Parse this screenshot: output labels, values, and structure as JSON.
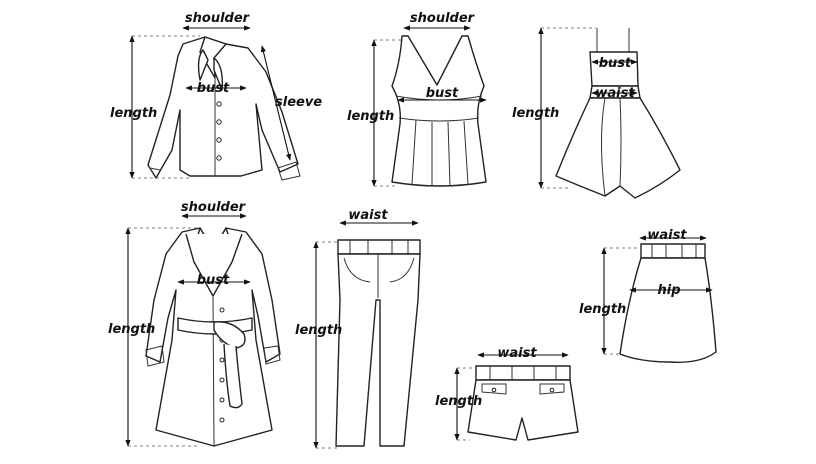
{
  "garments": {
    "shirt": {
      "shoulder": "shoulder",
      "bust": "bust",
      "length": "length",
      "sleeve": "sleeve"
    },
    "vest": {
      "shoulder": "shoulder",
      "bust": "bust",
      "length": "length"
    },
    "dress": {
      "bust": "bust",
      "waist": "waist",
      "length": "length"
    },
    "coat": {
      "shoulder": "shoulder",
      "bust": "bust",
      "length": "length"
    },
    "pants": {
      "waist": "waist",
      "length": "length"
    },
    "skirt": {
      "waist": "waist",
      "hip": "hip",
      "length": "length"
    },
    "shorts": {
      "waist": "waist",
      "length": "length"
    }
  }
}
